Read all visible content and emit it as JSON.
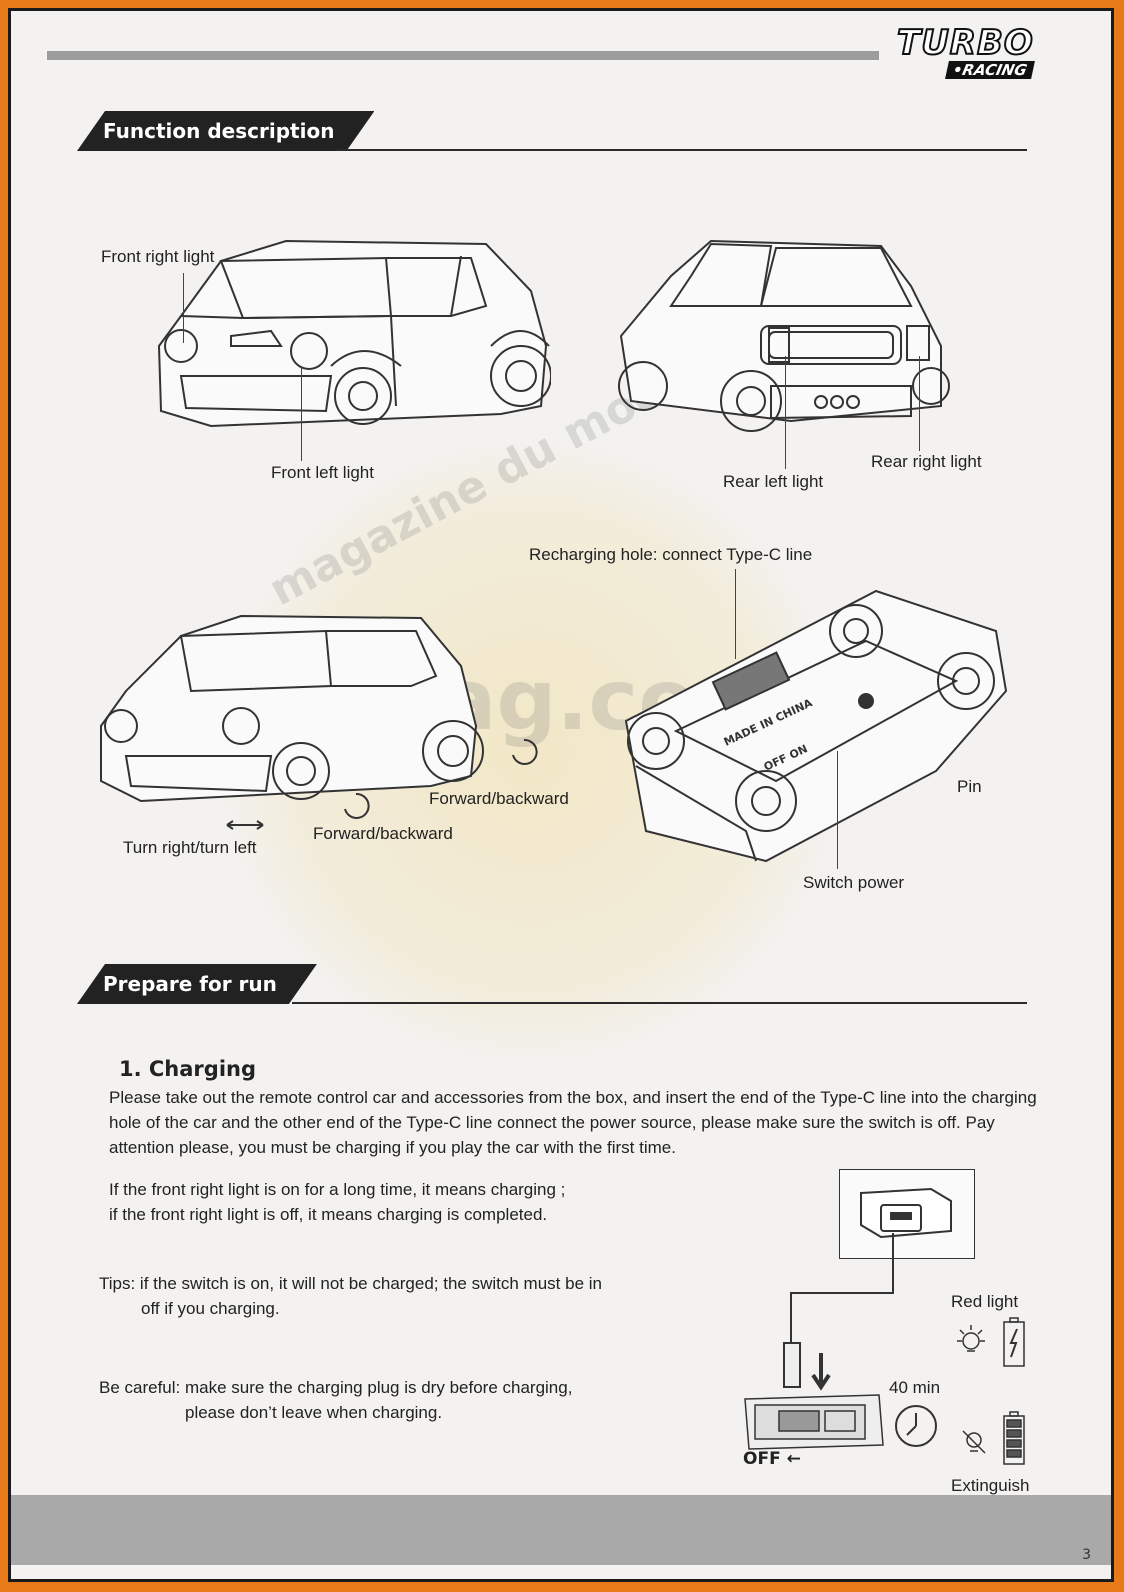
{
  "brand": {
    "turbo": "TURBO",
    "racing": "•RACING"
  },
  "sections": {
    "function": "Function description",
    "prepare": "Prepare for run"
  },
  "labels": {
    "front_right_light": "Front right light",
    "front_left_light": "Front left light",
    "rear_left_light": "Rear left light",
    "rear_right_light": "Rear right light",
    "recharging_hole": "Recharging hole: connect Type-C line",
    "pin": "Pin",
    "switch_power": "Switch power",
    "forward_backward_1": "Forward/backward",
    "forward_backward_2": "Forward/backward",
    "turn": "Turn right/turn left",
    "made_in_china": "MADE IN CHINA",
    "off_on": "OFF  ON"
  },
  "charging": {
    "title": "1. Charging",
    "para1": "Please take out the remote control car and accessories from the box, and insert the end of the Type-C line into the charging hole of the car and the other end of the Type-C line connect the power source, please make sure the switch is off. Pay attention please, you must be charging if you play the car with the first time.",
    "para2a": "If the front right light is on for a long time, it means charging ;",
    "para2b": "if the front right light is off, it means charging is completed.",
    "tips_a": "Tips: if the switch is on, it will not be charged; the switch must be in",
    "tips_b": "off if you charging.",
    "careful_a": "Be careful: make sure the charging plug is dry before charging,",
    "careful_b": "please don’t leave when charging.",
    "red_light": "Red light",
    "time": "40 min",
    "extinguish": "Extinguish",
    "off_label": "OFF"
  },
  "watermark": {
    "line1": "magazine du modelisme",
    "line2": "rcmag.com"
  },
  "page_number": "3"
}
